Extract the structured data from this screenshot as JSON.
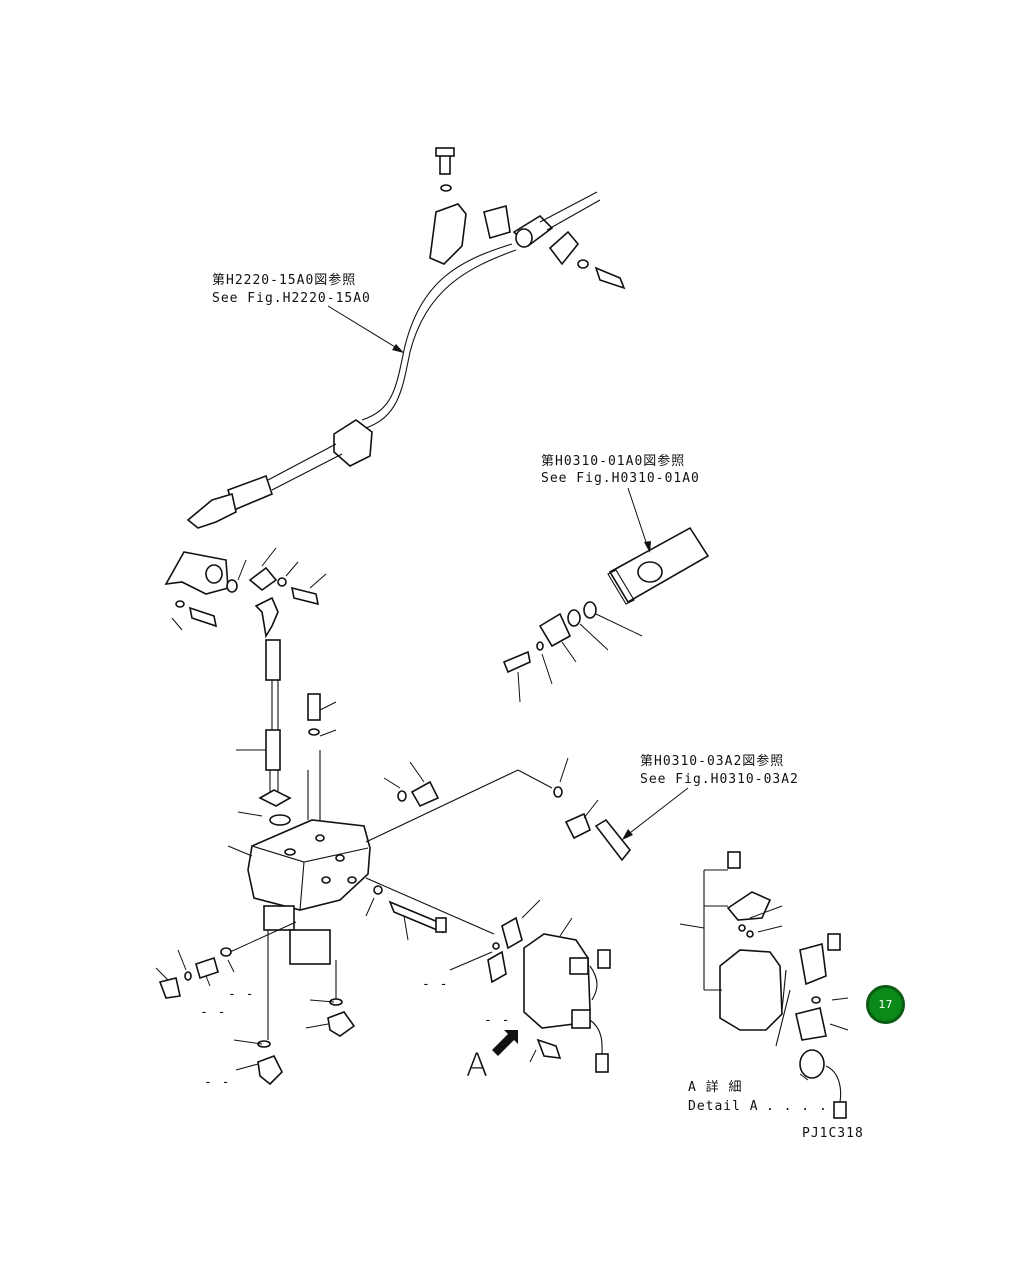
{
  "refs": {
    "ref1": {
      "line_jp": "第H2220-15A0図参照",
      "line_en": "See Fig.H2220-15A0"
    },
    "ref2": {
      "line_jp": "第H0310-01A0図参照",
      "line_en": "See Fig.H0310-01A0"
    },
    "ref3": {
      "line_jp": "第H0310-03A2図参照",
      "line_en": "See Fig.H0310-03A2"
    }
  },
  "view_marker": "A",
  "detail": {
    "line_jp": "A 詳 細",
    "line_en": "Detail A",
    "dots": ". . . ."
  },
  "drawing_code": "PJ1C318",
  "badge": {
    "label": "17",
    "color": "#0b8a1a"
  },
  "dash_labels": [
    "- -",
    "- -",
    "- -",
    "- -",
    "- -"
  ]
}
